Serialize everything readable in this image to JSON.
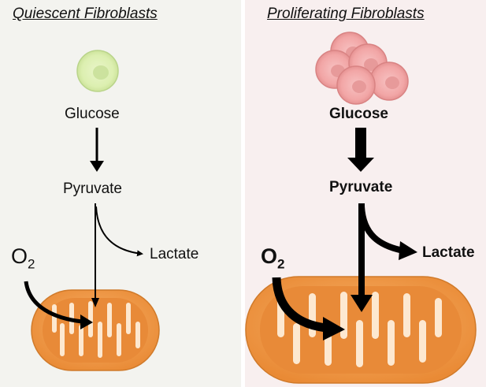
{
  "left": {
    "title": "Quiescent Fibroblasts",
    "glucose": "Glucose",
    "pyruvate": "Pyruvate",
    "lactate": "Lactate",
    "oxygen": "O",
    "oxygen_subscript": "2"
  },
  "right": {
    "title": "Proliferating Fibroblasts",
    "glucose": "Glucose",
    "pyruvate": "Pyruvate",
    "lactate": "Lactate",
    "oxygen": "O",
    "oxygen_subscript": "2"
  },
  "colors": {
    "left_background": "#f3f3ef",
    "right_background": "#f8efef",
    "quiescent_cell": "#dff0b0",
    "proliferating_cell": "#f0a0a0",
    "mitochondrion_outer": "#f0a050",
    "mitochondrion_inner": "#fde8d0",
    "arrow": "#000000"
  }
}
